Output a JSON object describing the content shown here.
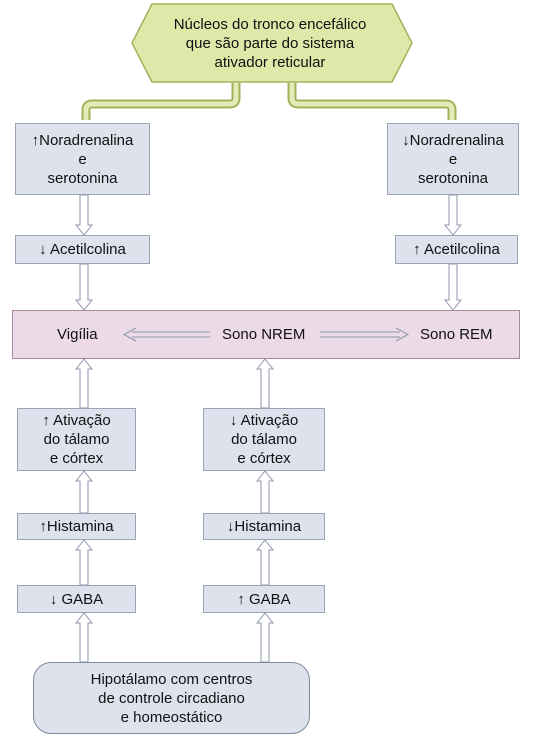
{
  "brainstem": {
    "label": "Núcleos do tronco encefálico\nque são parte do sistema\nativador reticular"
  },
  "left": {
    "noradrenaline": "↑Noradrenalina\ne\nserotonina",
    "acetylcholine": "↓ Acetilcolina"
  },
  "right": {
    "noradrenaline": "↓Noradrenalina\ne\nserotonina",
    "acetylcholine": "↑ Acetilcolina"
  },
  "states": {
    "wake": "Vigília",
    "nrem": "Sono NREM",
    "rem": "Sono REM"
  },
  "lower_left": {
    "activation": "↑ Ativação\ndo tálamo\ne córtex",
    "histamine": "↑Histamina",
    "gaba": "↓ GABA"
  },
  "lower_right": {
    "activation": "↓ Ativação\ndo tálamo\ne córtex",
    "histamine": "↓Histamina",
    "gaba": "↑ GABA"
  },
  "hypothalamus": {
    "label": "Hipotálamo com centros\nde controle circadiano\ne homeostático"
  },
  "colors": {
    "brainstem_fill": "#dde8a9",
    "brainstem_border": "#a6b05a",
    "box_fill": "#dde2ec",
    "band_fill": "#ecdbe6",
    "arrow_fill": "#ffffff",
    "arrow_stroke": "#8c95ab"
  }
}
